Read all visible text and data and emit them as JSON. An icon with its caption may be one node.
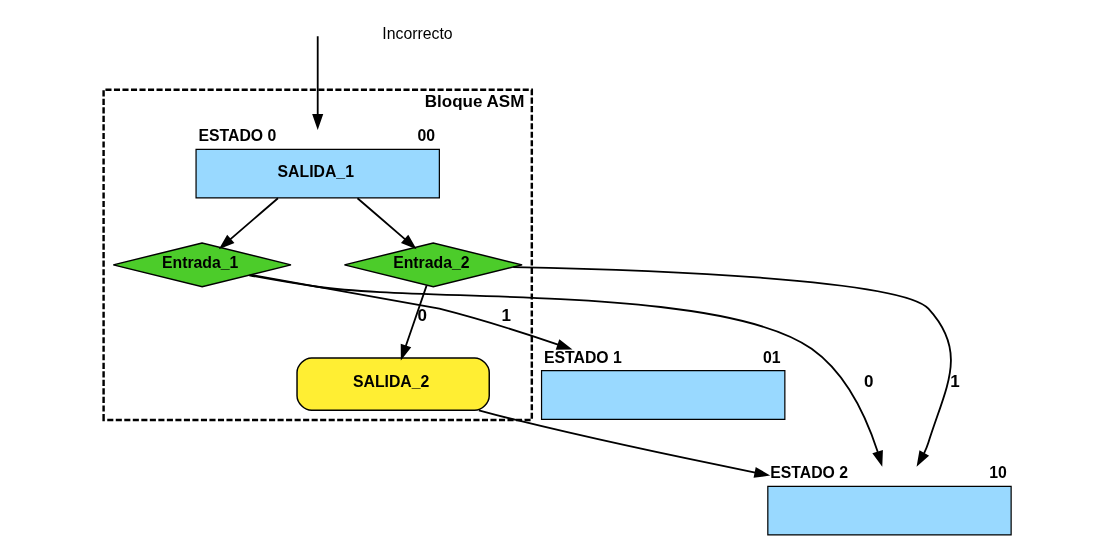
{
  "diagram": {
    "nodes": [
      {
        "text": [
          "Bloque ASM"
        ]
      },
      {
        "text": [
          "ESTADO 0",
          "00",
          "SALIDA_1"
        ],
        "in": 0
      },
      {
        "text": [
          "Entrada_1"
        ],
        "in": 0
      },
      {
        "text": [
          "Entrada_2"
        ],
        "in": 0
      },
      {
        "text": [
          "SALIDA_2"
        ],
        "in": 0
      },
      {
        "text": [
          "ESTADO 1",
          "01"
        ]
      },
      {
        "text": [
          "ESTADO 2",
          "10"
        ]
      }
    ],
    "edges": [
      {
        "from": null,
        "to": 1,
        "arrow": "to"
      },
      {
        "from": 1,
        "to": 2,
        "arrow": "to"
      },
      {
        "from": 1,
        "to": 3,
        "arrow": "to"
      },
      {
        "from": 2,
        "to": 5,
        "label": "1",
        "arrow": "to"
      },
      {
        "from": 2,
        "to": 6,
        "label": "0",
        "arrow": "to"
      },
      {
        "from": 3,
        "to": 6,
        "label": "1",
        "arrow": "to"
      },
      {
        "from": 3,
        "to": 4,
        "label": "0",
        "arrow": "to"
      },
      {
        "from": 4,
        "to": 6,
        "arrow": "to"
      }
    ],
    "labels": [
      "Incorrecto"
    ]
  }
}
